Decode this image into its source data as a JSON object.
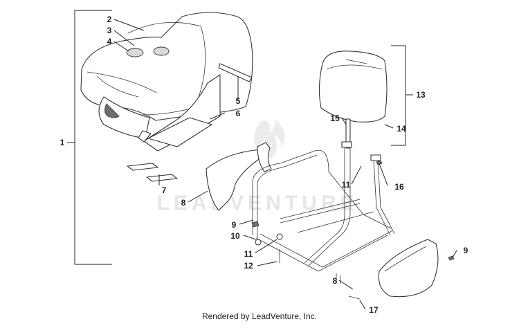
{
  "diagram": {
    "watermark": "LEADVENTURE",
    "footer": "Rendered by LeadVenture, Inc.",
    "callouts": [
      "1",
      "2",
      "3",
      "4",
      "5",
      "6",
      "7",
      "8",
      "9",
      "10",
      "11",
      "11",
      "12",
      "13",
      "14",
      "15",
      "16",
      "9",
      "8",
      "17"
    ]
  }
}
